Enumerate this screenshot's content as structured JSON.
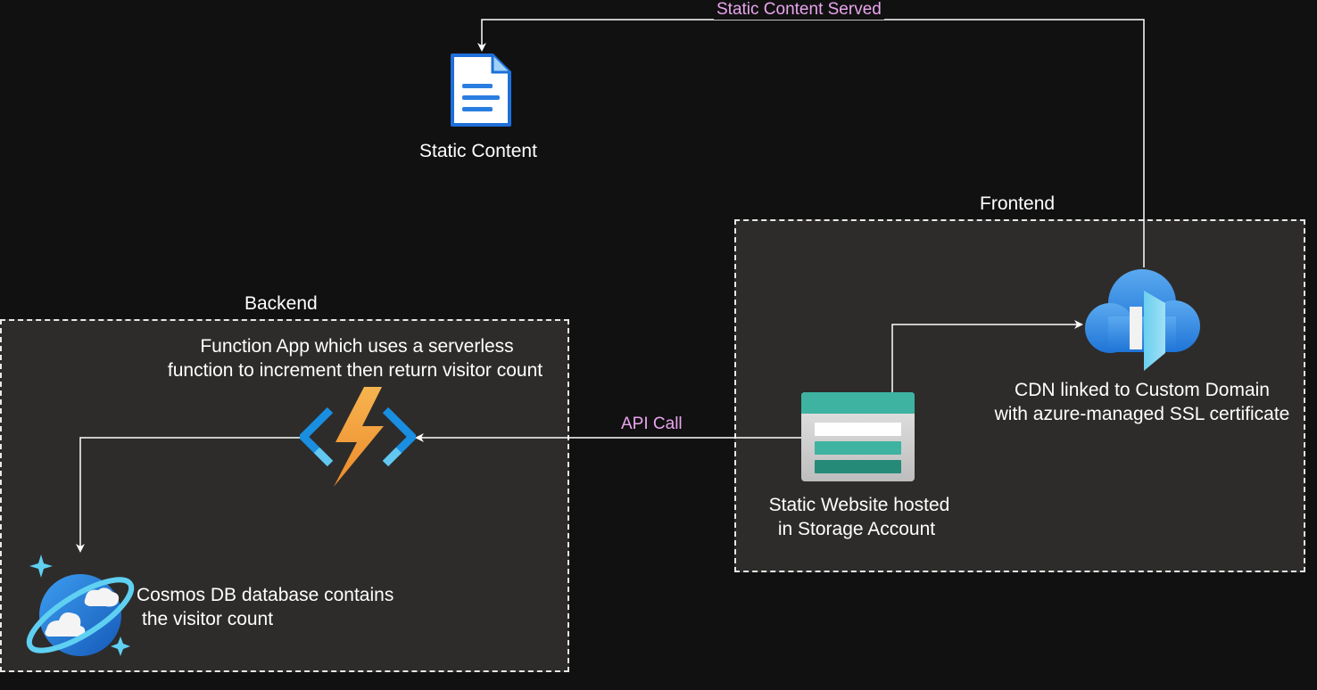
{
  "groups": {
    "frontend": {
      "title": "Frontend"
    },
    "backend": {
      "title": "Backend"
    }
  },
  "nodes": {
    "static_content": {
      "label": "Static Content",
      "icon": "document-icon"
    },
    "cdn": {
      "label_line1": "CDN linked to Custom Domain",
      "label_line2": "with azure-managed SSL certificate",
      "icon": "cdn-cloud-icon"
    },
    "storage": {
      "label_line1": "Static Website hosted",
      "label_line2": "in Storage Account",
      "icon": "storage-account-icon"
    },
    "function_app": {
      "label_line1": "Function App which uses a serverless",
      "label_line2": "function to increment then return visitor count",
      "icon": "function-app-icon"
    },
    "cosmos": {
      "label_line1": "Cosmos DB database contains",
      "label_line2": "the visitor count",
      "icon": "cosmos-db-icon"
    }
  },
  "edges": {
    "static_served": {
      "label": "Static Content Served"
    },
    "api_call": {
      "label": "API Call"
    }
  },
  "colors": {
    "background": "#111111",
    "group_fill": "#2d2c2b",
    "edge_label": "#e9a5ee",
    "text": "#ffffff"
  }
}
